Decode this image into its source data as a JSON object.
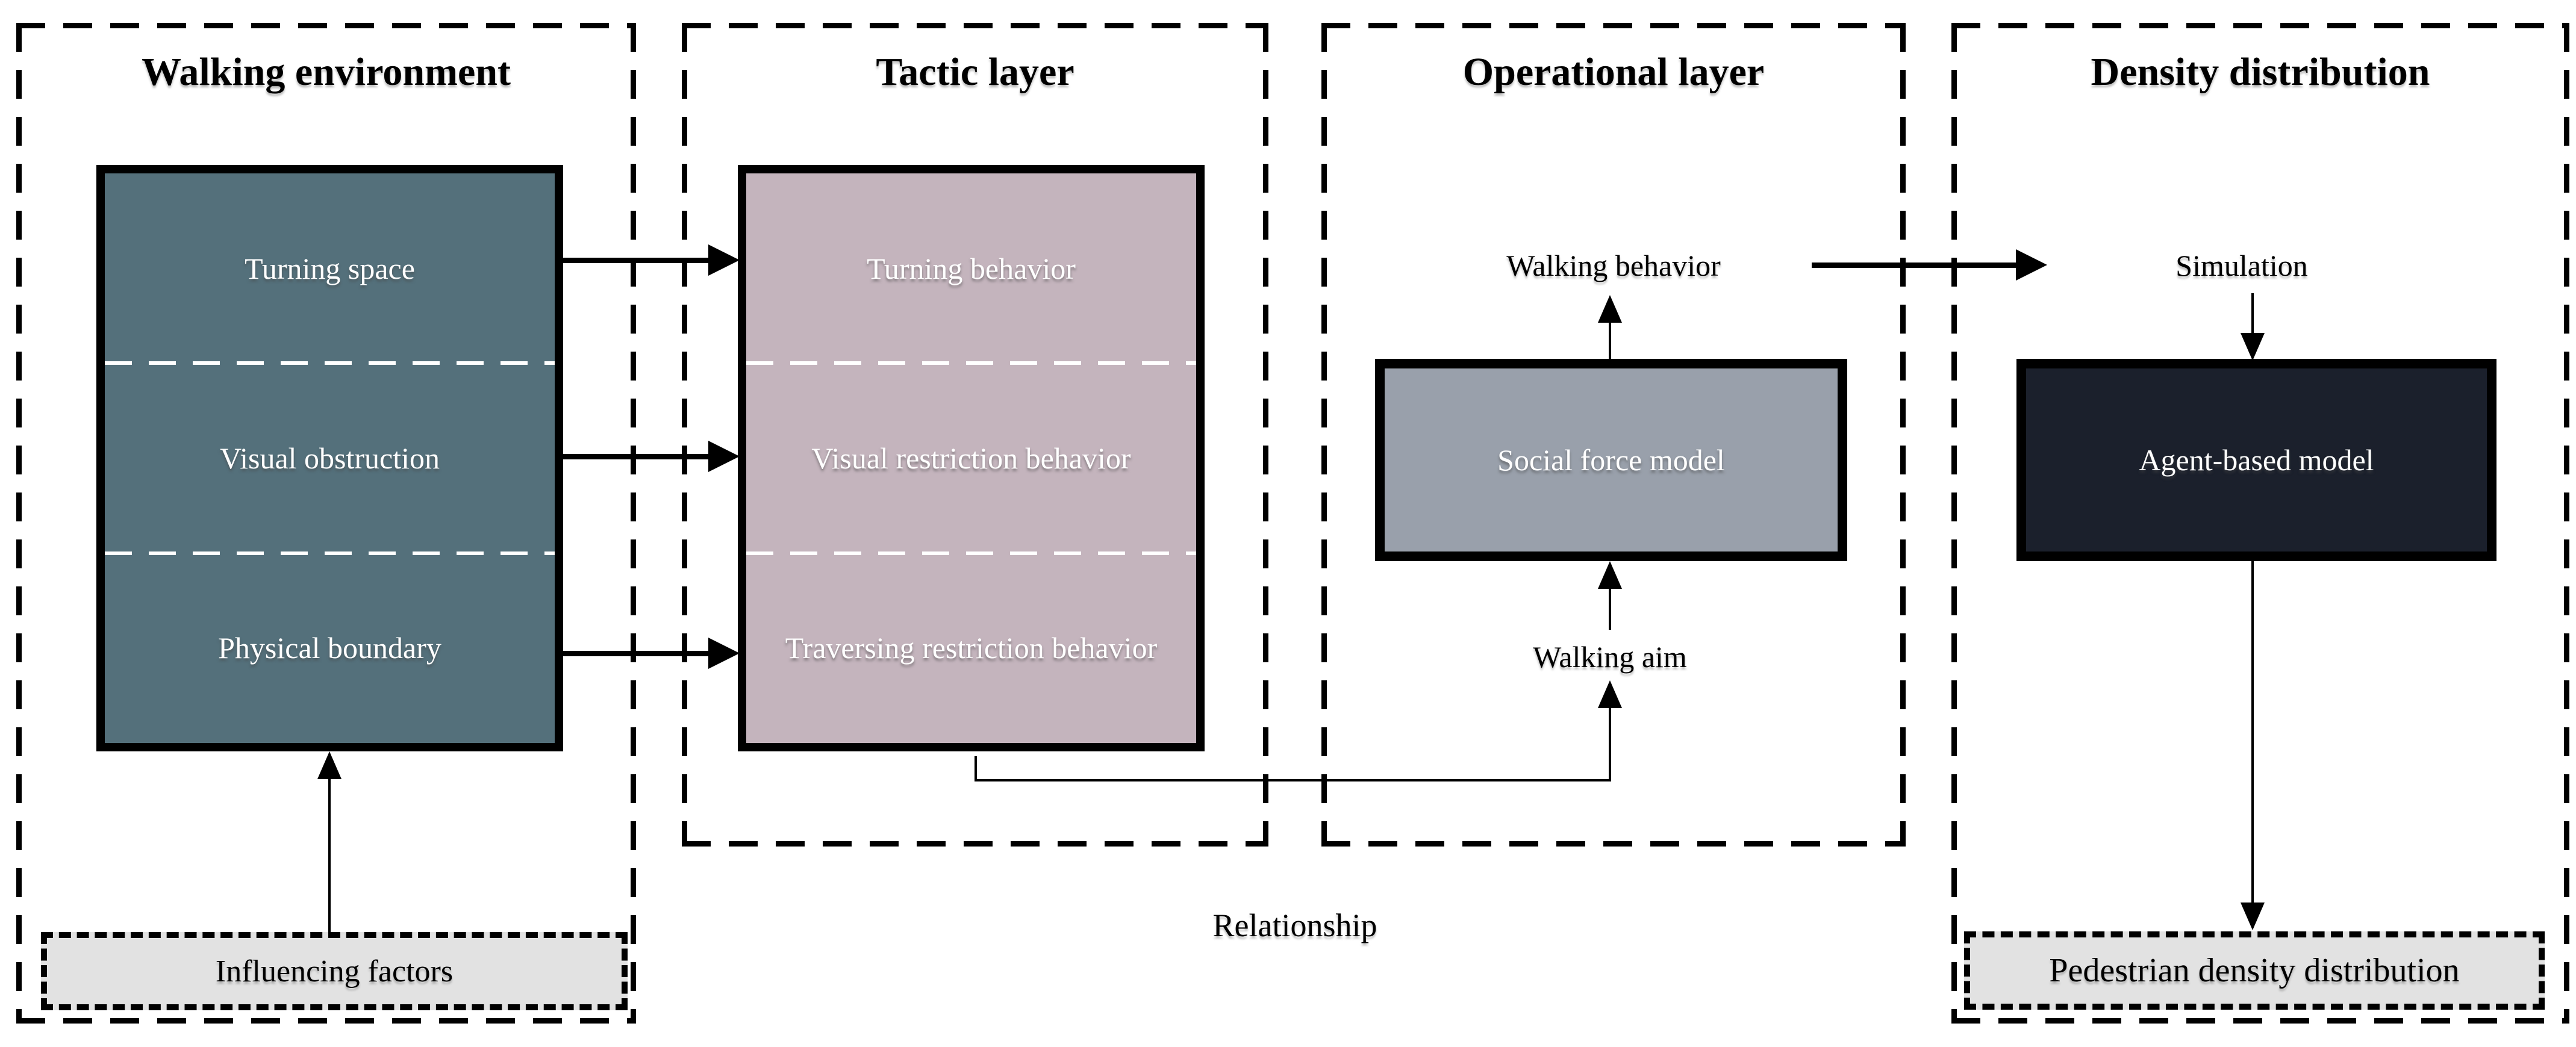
{
  "colors": {
    "teal": "#54707B",
    "mauve": "#C4B4BD",
    "gray": "#99A0AB",
    "navy": "#1B202C",
    "light_gray": "#E2E2E2",
    "line": "#000000",
    "white_text": "#FFFFFF"
  },
  "panels": {
    "walking_environment": {
      "title": "Walking environment",
      "env_box_rows": [
        "Turning space",
        "Visual obstruction",
        "Physical boundary"
      ],
      "influencing_label": "Influencing factors"
    },
    "tactic_layer": {
      "title": "Tactic layer",
      "behavior_box_rows": [
        "Turning behavior",
        "Visual restriction behavior",
        "Traversing restriction behavior"
      ]
    },
    "operational_layer": {
      "title": "Operational layer",
      "walking_behavior_label": "Walking behavior",
      "social_force_label": "Social force model",
      "walking_aim_label": "Walking aim"
    },
    "density_distribution": {
      "title": "Density distribution",
      "simulation_label": "Simulation",
      "agent_model_label": "Agent-based model",
      "pedestrian_label": "Pedestrian density distribution"
    }
  },
  "footer": {
    "relationship_label": "Relationship"
  }
}
